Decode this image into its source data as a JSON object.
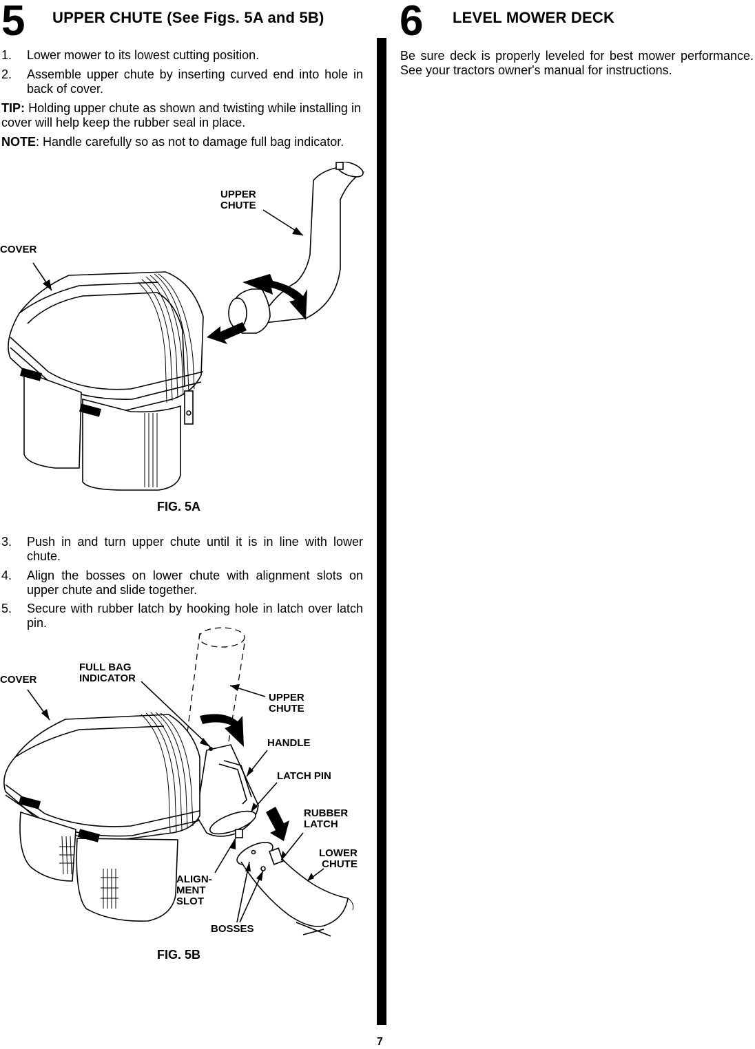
{
  "section5": {
    "number": "5",
    "title": "UPPER CHUTE  (See Figs. 5A and 5B)",
    "steps_a": [
      {
        "num": "1.",
        "text": "Lower mower to its lowest cutting position."
      },
      {
        "num": "2.",
        "text": "Assemble upper chute by inserting curved end into hole in back of cover."
      }
    ],
    "tip": {
      "label": "TIP:",
      "text": " Holding upper chute as shown and twisting while installing in cover will help keep the rubber seal in place."
    },
    "note": {
      "label": "NOTE",
      "text": ": Handle carefully so as not to damage full bag indicator."
    },
    "fig5a": {
      "caption": "FIG. 5A",
      "labels": {
        "upper_chute": "UPPER\nCHUTE",
        "cover": "COVER"
      }
    },
    "steps_b": [
      {
        "num": "3.",
        "text": "Push in and turn upper chute until it is in line with lower chute."
      },
      {
        "num": "4.",
        "text": "Align the bosses on lower chute with alignment slots on upper chute and slide together."
      },
      {
        "num": "5.",
        "text": "Secure with rubber latch by hooking hole in latch over latch pin."
      }
    ],
    "fig5b": {
      "caption": "FIG. 5B",
      "labels": {
        "cover": "COVER",
        "full_bag_indicator": "FULL BAG\nINDICATOR",
        "upper_chute": "UPPER\nCHUTE",
        "handle": "HANDLE",
        "latch_pin": "LATCH PIN",
        "rubber_latch": "RUBBER\nLATCH",
        "lower_chute": "LOWER\nCHUTE",
        "alignment_slot": "ALIGN-\nMENT\nSLOT",
        "bosses": "BOSSES"
      }
    }
  },
  "section6": {
    "number": "6",
    "title": "LEVEL MOWER DECK",
    "text": "Be sure deck is properly leveled for best mower performance.  See your tractors owner's manual for instructions."
  },
  "page_number": "7"
}
